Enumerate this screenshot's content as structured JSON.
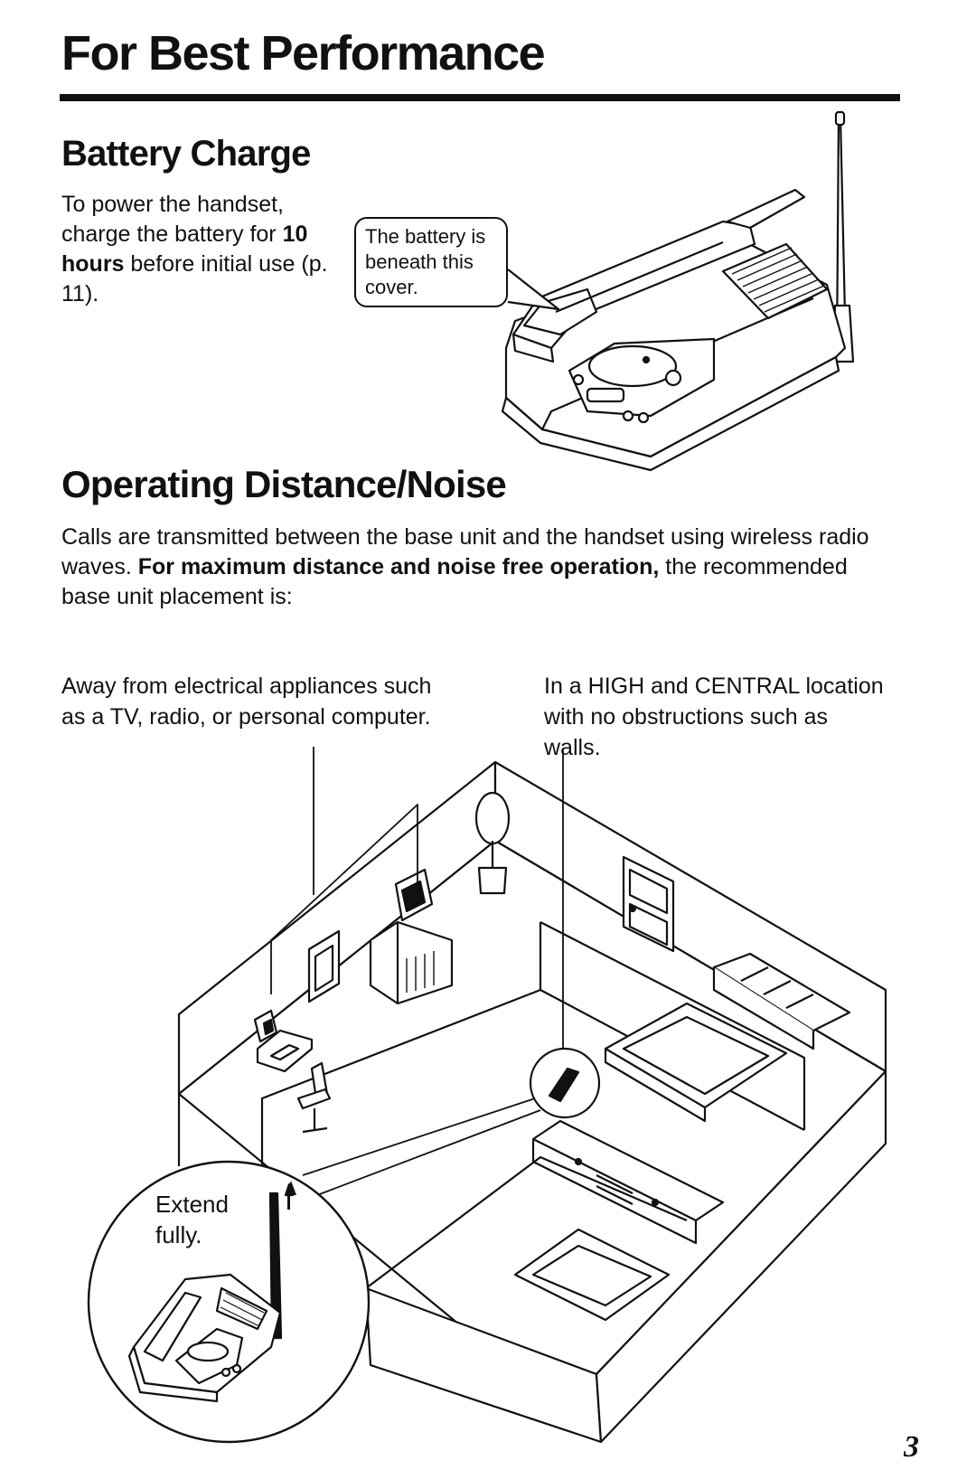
{
  "page": {
    "title": "For Best Performance",
    "number": "3"
  },
  "battery": {
    "heading": "Battery Charge",
    "text_1": "To power the handset, charge the battery for ",
    "text_bold": "10 hours",
    "text_2": " before initial use (p. 11).",
    "callout": "The battery is beneath this cover."
  },
  "distance": {
    "heading": "Operating Distance/Noise",
    "text_1": "Calls are transmitted between the base unit and the handset using wireless radio waves. ",
    "text_bold": "For maximum distance and noise free operation,",
    "text_2": " the recommended base unit placement is:",
    "note_left": "Away from electrical appliances such as a TV, radio, or personal computer.",
    "note_right": "In a HIGH and CENTRAL location with no obstructions such as walls.",
    "extend_label": "Extend fully."
  }
}
